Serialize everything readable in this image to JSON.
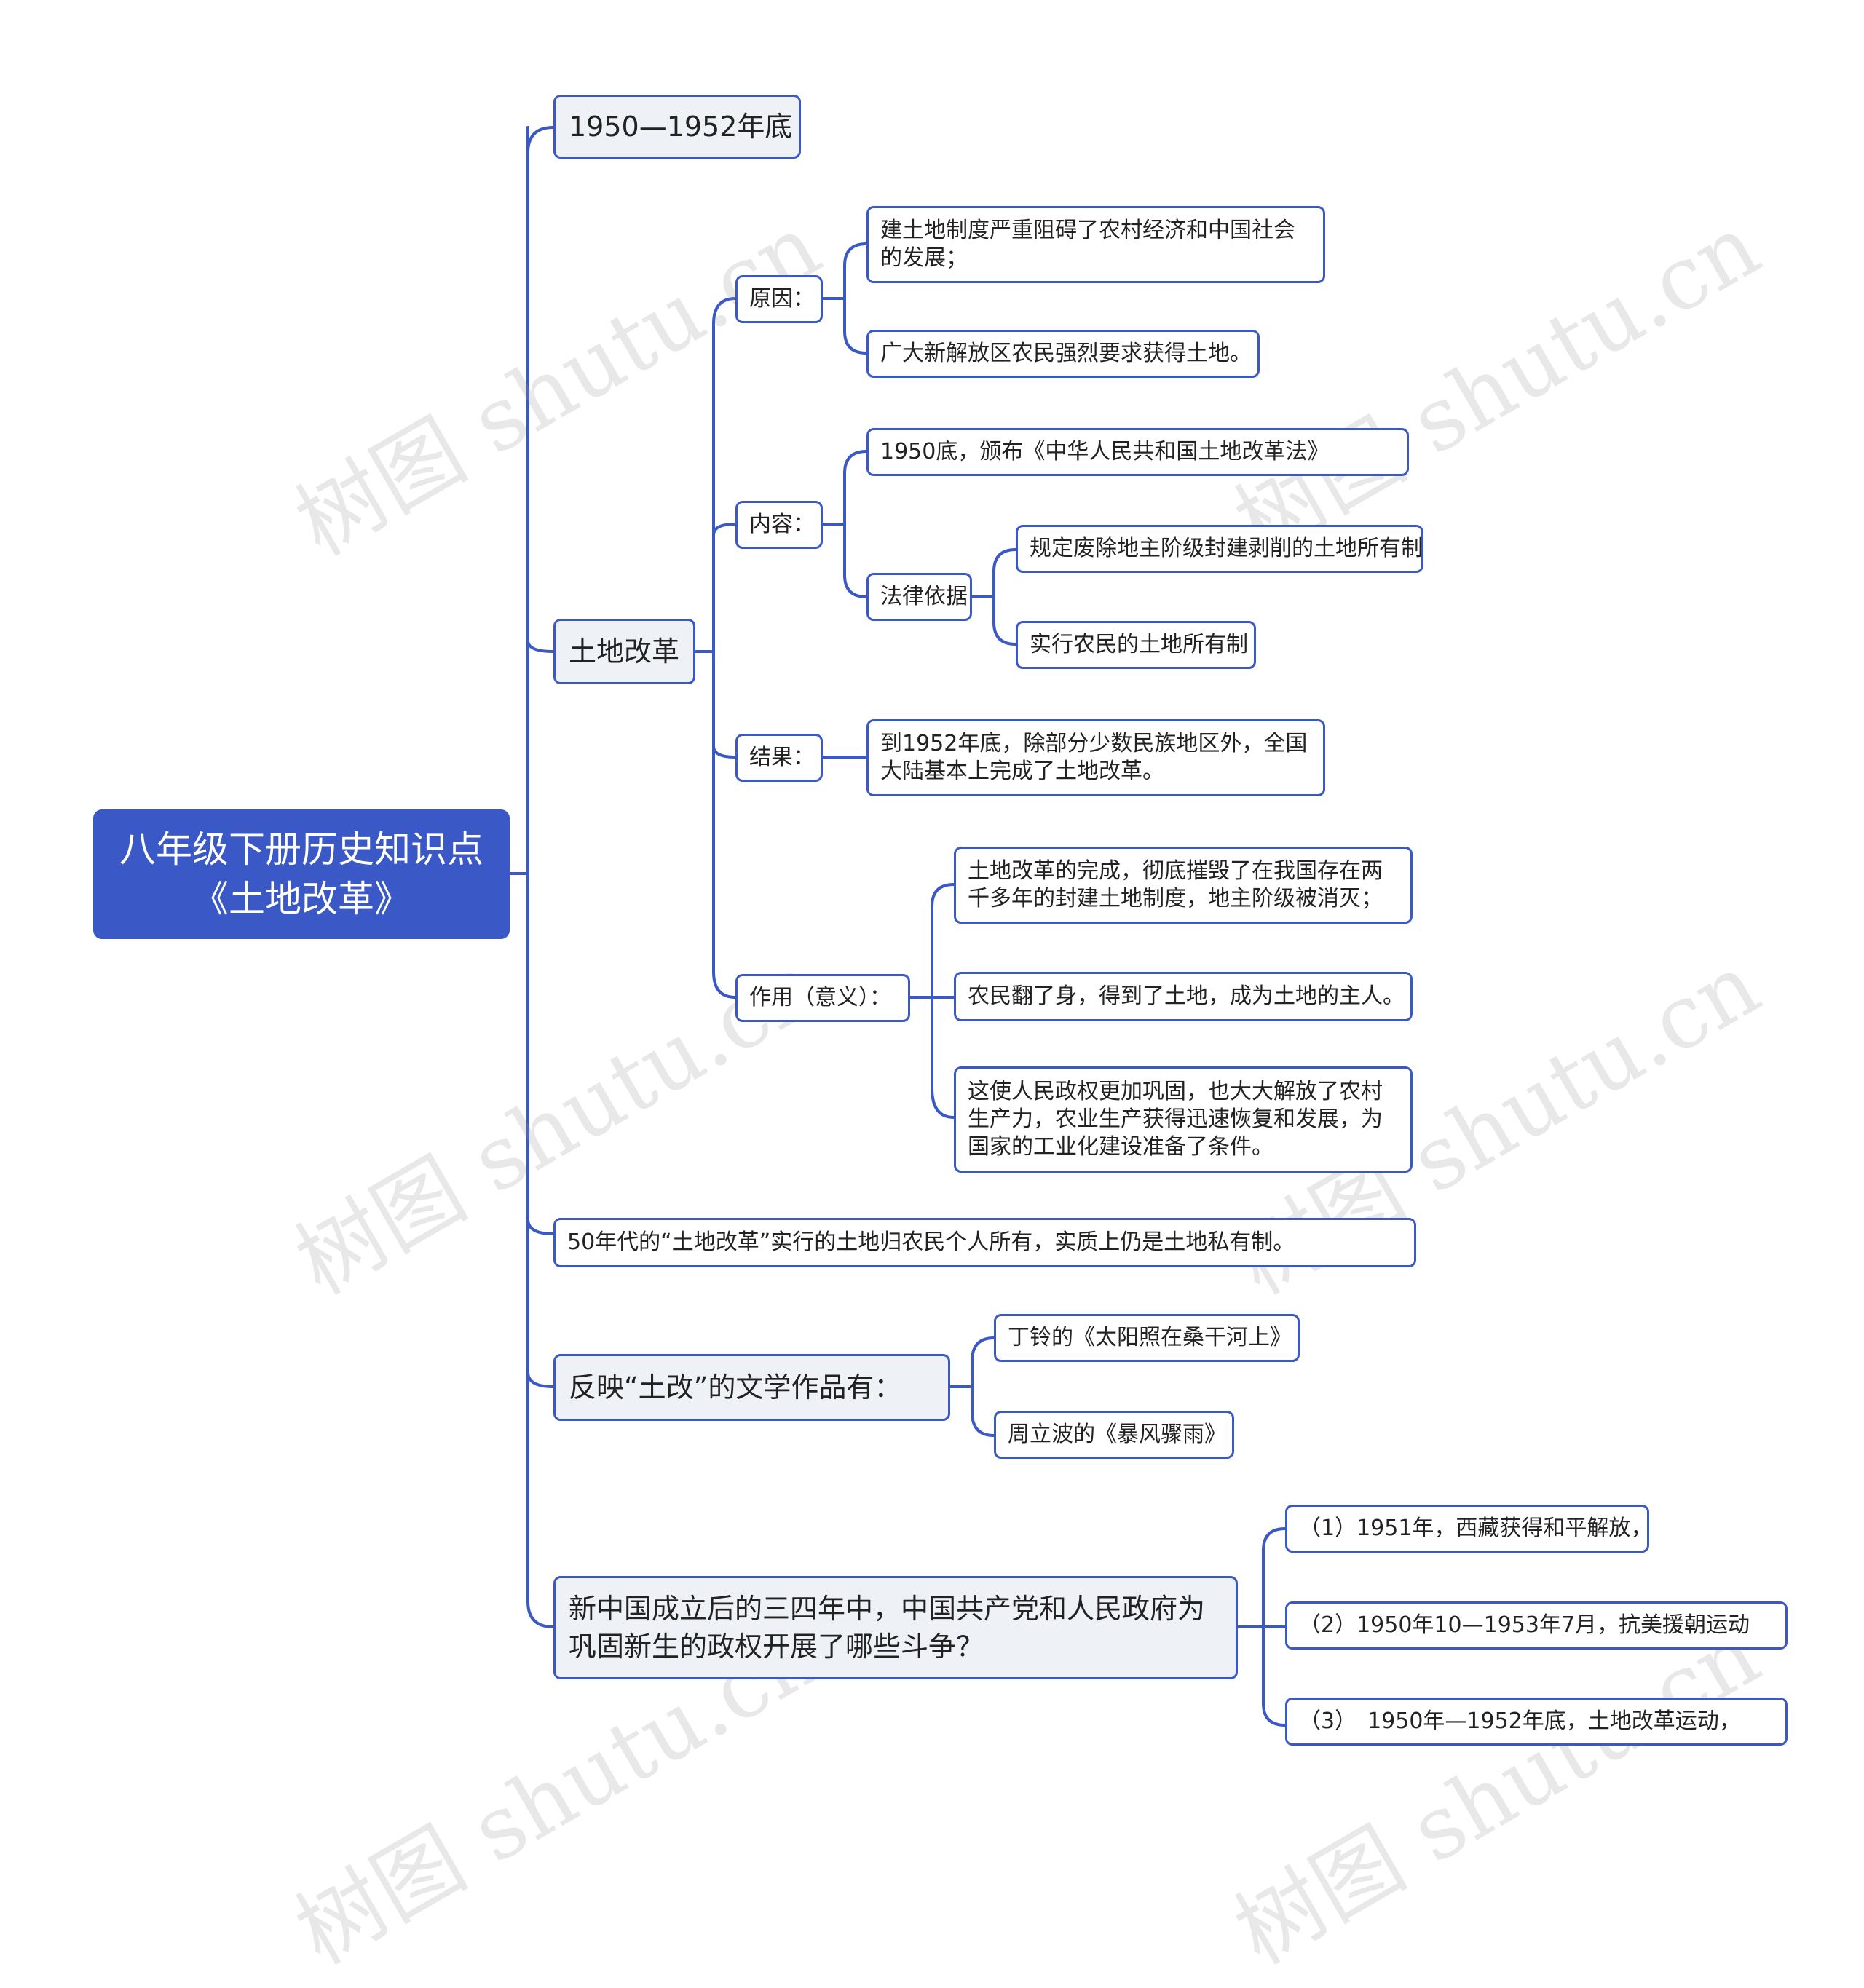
{
  "root": {
    "line1": "八年级下册历史知识点",
    "line2": "《土地改革》"
  },
  "branches": {
    "period": "1950—1952年底",
    "land_reform": {
      "label": "土地改革",
      "reason": {
        "label": "原因：",
        "items": [
          "建土地制度严重阻碍了农村经济和中国社会的发展；",
          "广大新解放区农民强烈要求获得土地。"
        ]
      },
      "content": {
        "label": "内容：",
        "law": "1950底，颁布《中华人民共和国土地改革法》",
        "basis": {
          "label": "法律依据",
          "items": [
            "规定废除地主阶级封建剥削的土地所有制",
            "实行农民的土地所有制"
          ]
        }
      },
      "result": {
        "label": "结果：",
        "text": "到1952年底，除部分少数民族地区外，全国大陆基本上完成了土地改革。"
      },
      "effect": {
        "label": "作用（意义）：",
        "items": [
          "土地改革的完成，彻底摧毁了在我国存在两千多年的封建土地制度，地主阶级被消灭；",
          "农民翻了身，得到了土地，成为土地的主人。",
          "这使人民政权更加巩固，也大大解放了农村生产力，农业生产获得迅速恢复和发展，为国家的工业化建设准备了条件。"
        ]
      }
    },
    "private_note": "50年代的“土地改革”实行的土地归农民个人所有，实质上仍是土地私有制。",
    "literature": {
      "label": "反映“土改”的文学作品有：",
      "items": [
        "丁铃的《太阳照在桑干河上》",
        "周立波的《暴风骤雨》"
      ]
    },
    "struggles": {
      "label": "新中国成立后的三四年中，中国共产党和人民政府为巩固新生的政权开展了哪些斗争？",
      "items": [
        "（1）1951年，西藏获得和平解放，",
        "（2）1950年10—1953年7月，抗美援朝运动",
        "（3）　1950年—1952年底，土地改革运动，"
      ]
    }
  },
  "watermark": "树图 shutu.cn",
  "colors": {
    "accent": "#3B59C6",
    "level1_bg": "#EEF1F6"
  }
}
